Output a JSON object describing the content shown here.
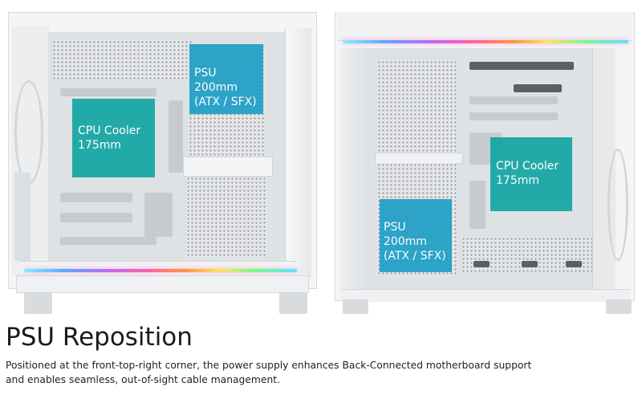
{
  "left_image": {
    "psu_callout": [
      "PSU 200mm",
      "(ATX / SFX)"
    ],
    "cpu_callout": [
      "CPU Cooler",
      "175mm"
    ]
  },
  "right_image": {
    "cpu_callout": [
      "CPU Cooler",
      "175mm"
    ],
    "psu_callout": [
      "PSU 200mm",
      "(ATX / SFX)"
    ]
  },
  "heading": "PSU Reposition",
  "description": [
    "Positioned at the front-top-right corner, the power supply enhances Back-Connected motherboard support",
    "and enables seamless, out-of-sight cable management."
  ],
  "colors": {
    "cpu_callout": "#12a6a4",
    "psu_callout": "#1e9fc6",
    "case_body": "#f1f2f3"
  }
}
